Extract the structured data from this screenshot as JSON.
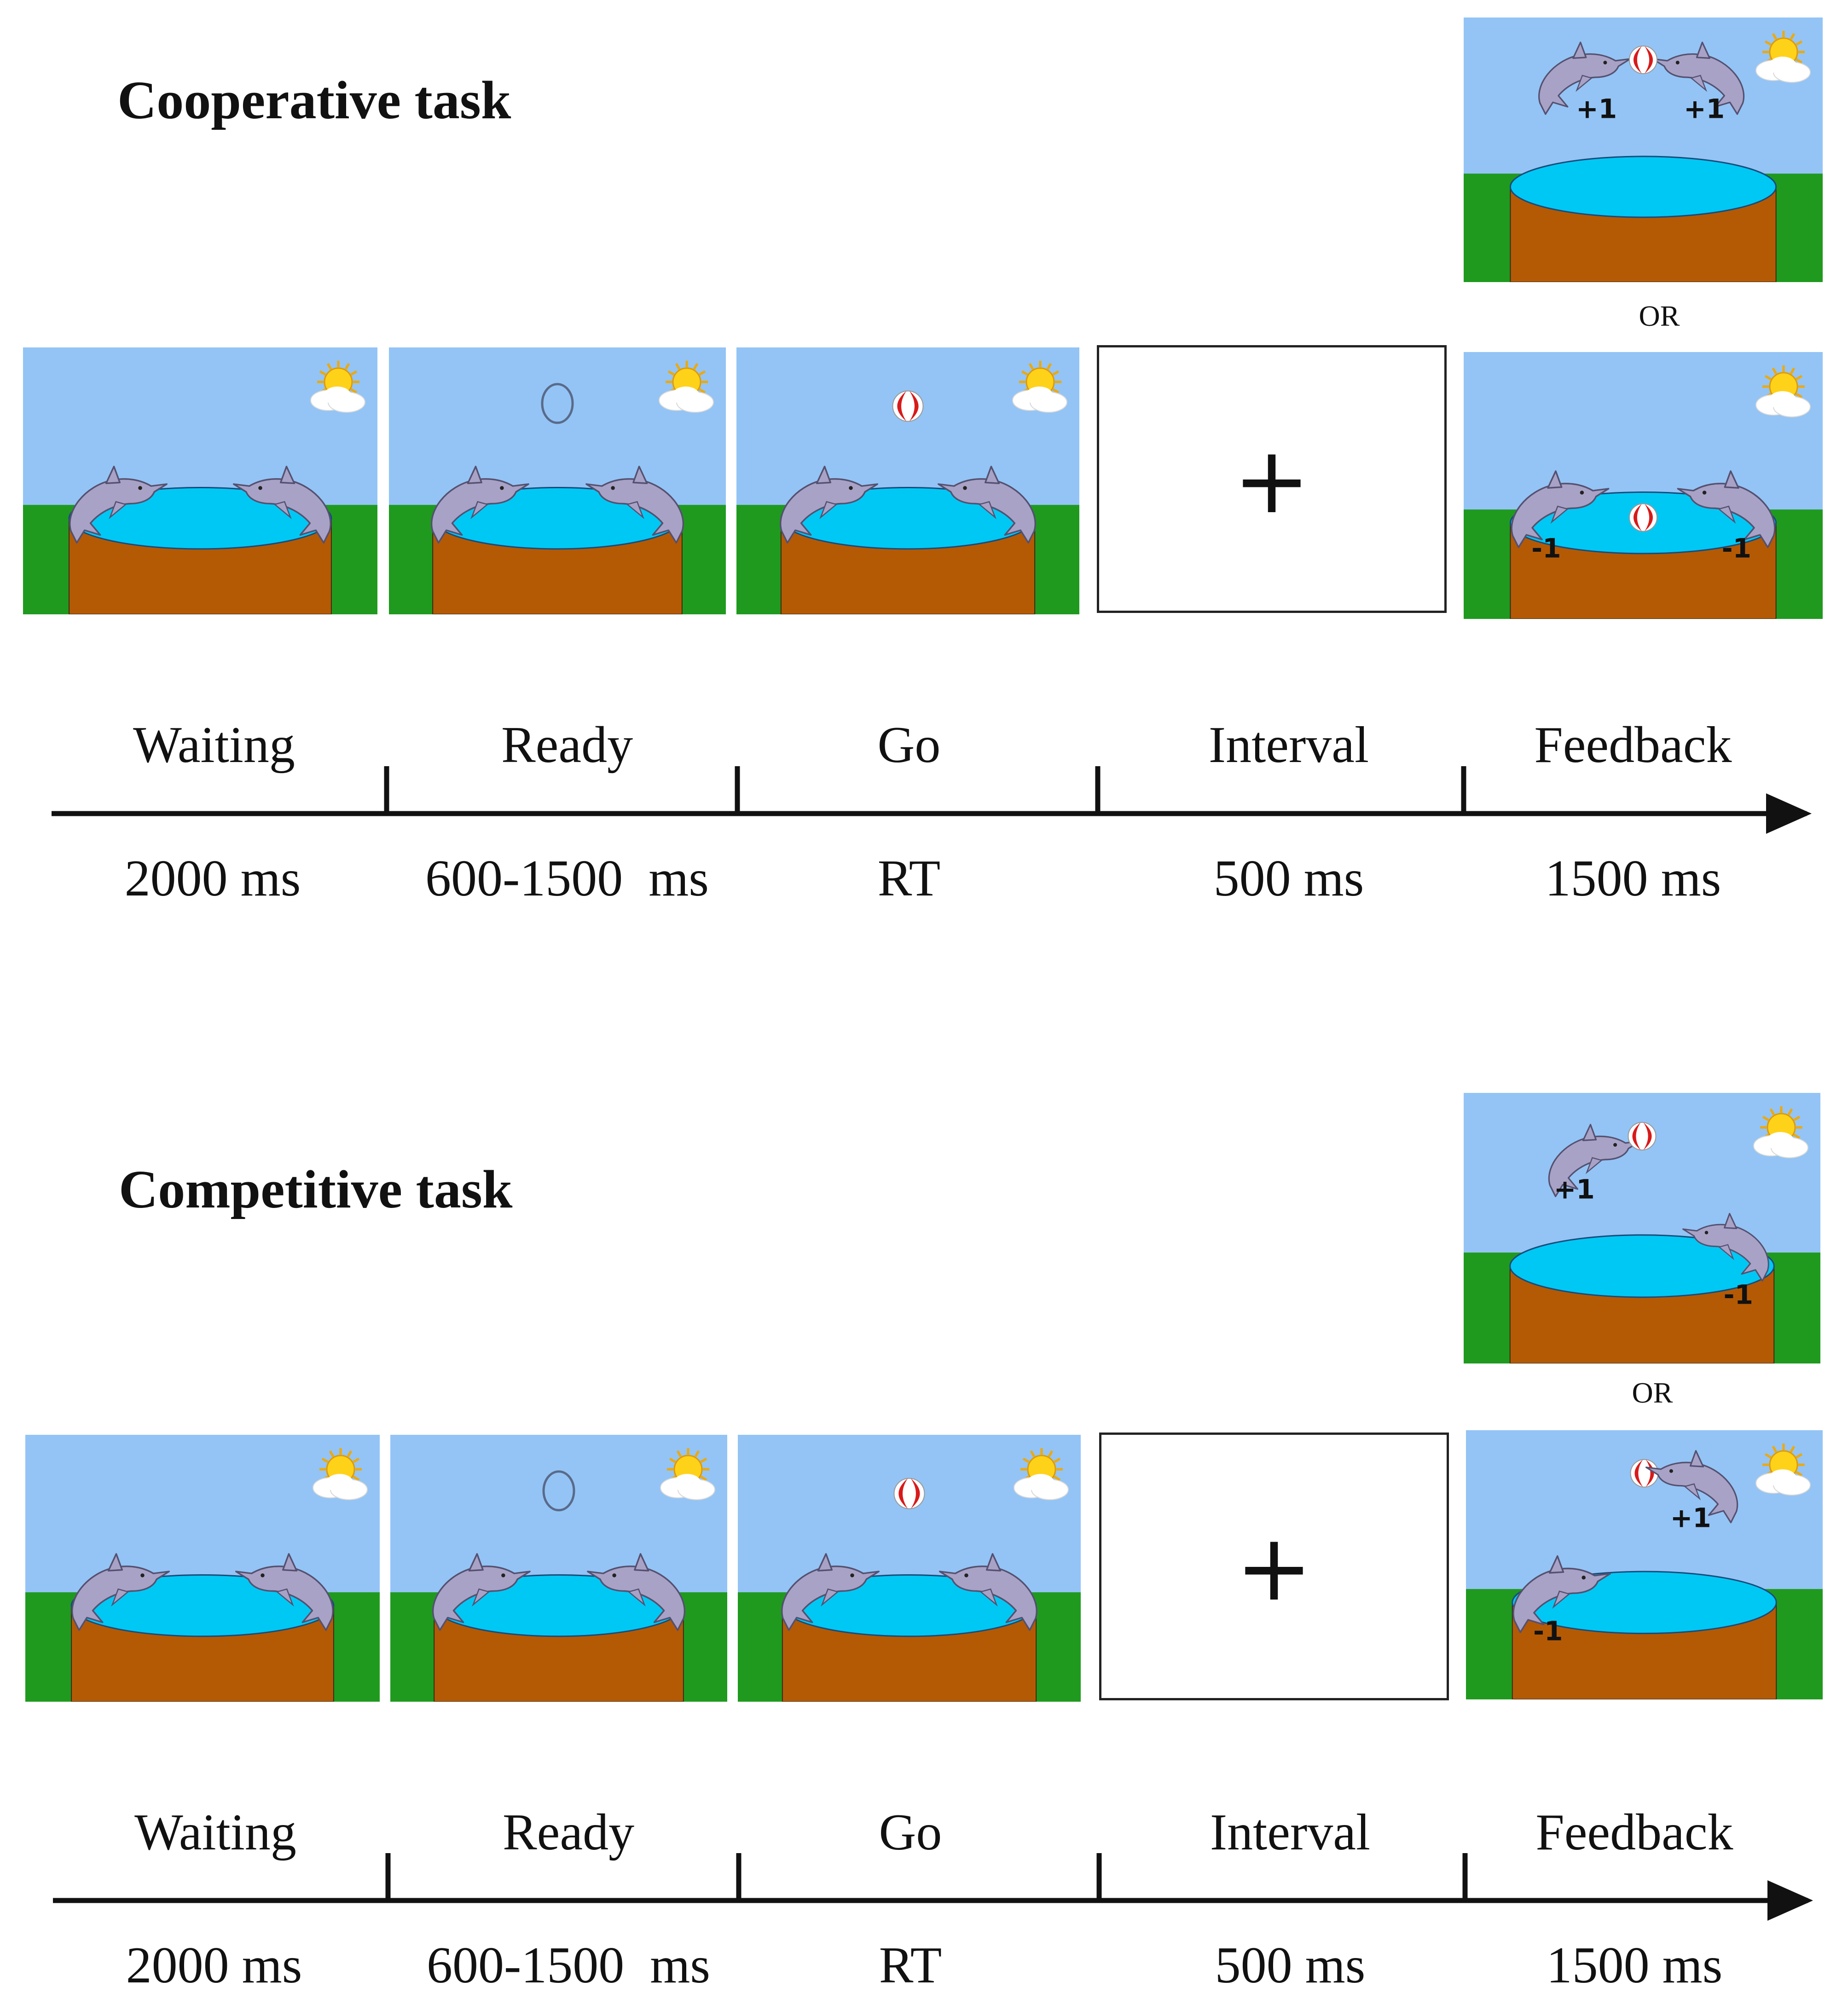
{
  "sections": [
    {
      "title": "Cooperative task",
      "or_label": "OR",
      "phases": [
        "Waiting",
        "Ready",
        "Go",
        "Interval",
        "Feedback"
      ],
      "durations": [
        "2000 ms",
        "600-1500  ms",
        "RT",
        "500 ms",
        "1500 ms"
      ],
      "fixation": "+",
      "feedback_alt": {
        "labels": [
          "+1",
          "+1"
        ]
      },
      "feedback_main": {
        "labels": [
          "-1",
          "-1"
        ]
      }
    },
    {
      "title": "Competitive task",
      "or_label": "OR",
      "phases": [
        "Waiting",
        "Ready",
        "Go",
        "Interval",
        "Feedback"
      ],
      "durations": [
        "2000 ms",
        "600-1500  ms",
        "RT",
        "500 ms",
        "1500 ms"
      ],
      "fixation": "+",
      "feedback_alt": {
        "labels": [
          "+1",
          "-1"
        ]
      },
      "feedback_main": {
        "labels": [
          "+1",
          "-1"
        ]
      }
    }
  ],
  "colors": {
    "sky": "#93c4f5",
    "grass": "#1f9a1f",
    "pool_water": "#00c8f5",
    "pool_wall": "#b45a05",
    "dolphin": "#a8a3c6",
    "ball_red": "#d81a1a",
    "sun": "#ffd21a"
  }
}
